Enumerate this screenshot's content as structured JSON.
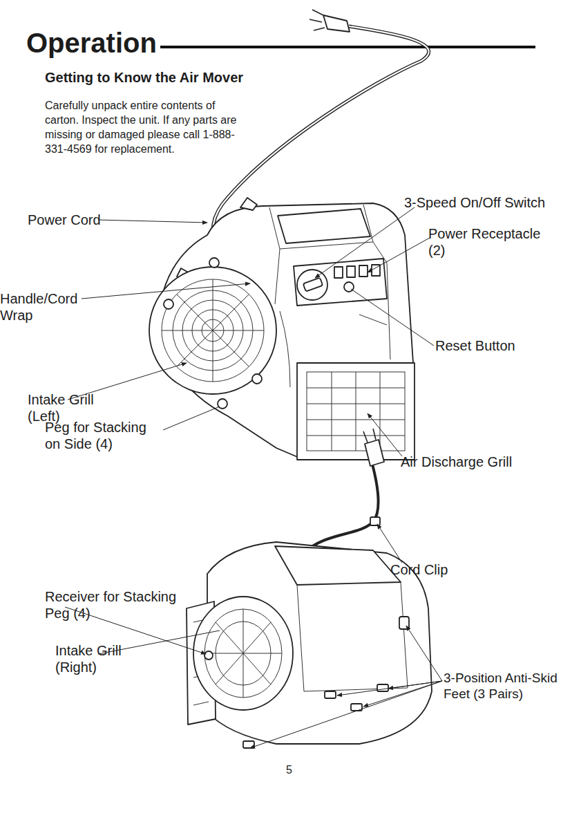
{
  "diagram": {
    "title": "Operation",
    "labels": [
      "Getting to Know the Air Mover",
      "Carefully unpack entire contents of carton. Inspect the unit. If any parts are missing or damaged please call 1-888-331-4569 for replacement.",
      "Power Cord",
      "3-Speed On/Off Switch",
      "Power Receptacle (2)",
      "Handle/Cord Wrap",
      "Reset Button",
      "Intake Grill (Left)",
      "Peg for Stacking on Side (4)",
      "Air Discharge Grill",
      "Cord Clip",
      "Receiver for Stacking Peg (4)",
      "Intake Grill (Right)",
      "3-Position Anti-Skid Feet (3 Pairs)",
      "5"
    ]
  }
}
